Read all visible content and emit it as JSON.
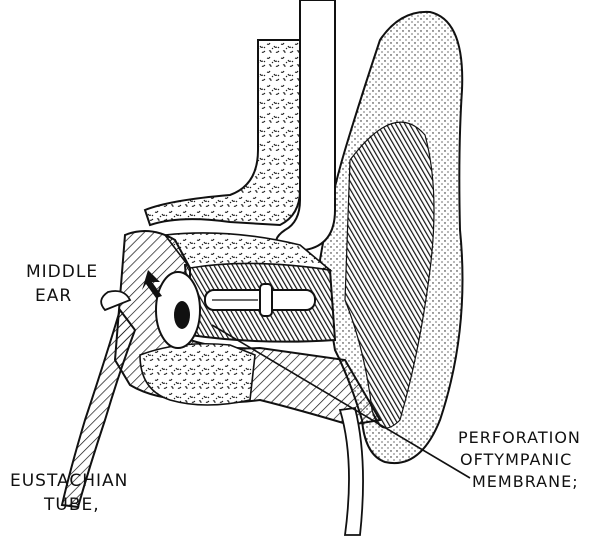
{
  "labels": {
    "middle_ear": [
      "MIDDLE",
      "EAR"
    ],
    "eustachian_tube": [
      "EUSTACHIAN",
      "TUBE,"
    ],
    "perforation": [
      "PERFORATION",
      "OFTYMPANIC",
      "MEMBRANE;"
    ]
  },
  "colors": {
    "ink": "#111111",
    "paper": "#ffffff"
  }
}
